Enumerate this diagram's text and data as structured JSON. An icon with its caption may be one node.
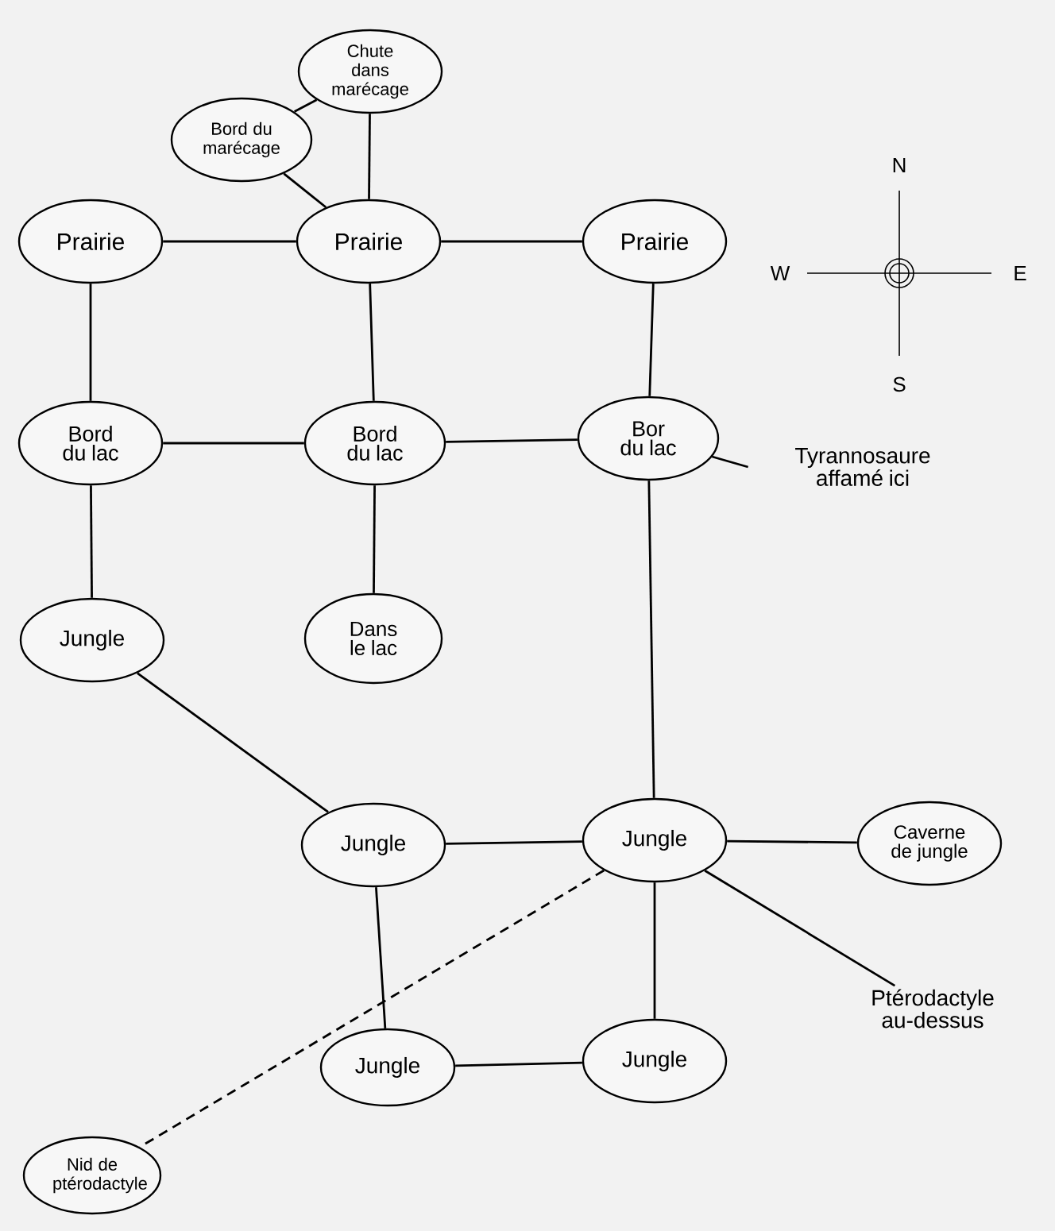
{
  "diagram": {
    "nodes": [
      {
        "text": [
          "Chute dans marécage"
        ]
      },
      {
        "text": [
          "Bord du marécage"
        ]
      },
      {
        "text": [
          "Prairie"
        ]
      },
      {
        "text": [
          "Prairie"
        ]
      },
      {
        "text": [
          "Prairie"
        ]
      },
      {
        "text": [
          "Bord du lac"
        ]
      },
      {
        "text": [
          "Bord du lac"
        ]
      },
      {
        "text": [
          "Bor du lac"
        ]
      },
      {
        "text": [
          "Tyrannosaure affamé ici"
        ]
      },
      {
        "text": [
          "Jungle"
        ]
      },
      {
        "text": [
          "Dans le lac"
        ]
      },
      {
        "text": [
          "Jungle"
        ]
      },
      {
        "text": [
          "Jungle"
        ]
      },
      {
        "text": [
          "Caverne de jungle"
        ]
      },
      {
        "text": [
          "Ptérodactyle au-dessus"
        ]
      },
      {
        "text": [
          "Jungle"
        ]
      },
      {
        "text": [
          "Jungle"
        ]
      },
      {
        "text": [
          "Nid de ptérodactyle"
        ]
      }
    ],
    "edges": [
      {
        "from": 0,
        "to": 1,
        "arrow": "none"
      },
      {
        "from": 0,
        "to": 3,
        "arrow": "none"
      },
      {
        "from": 1,
        "to": 3,
        "arrow": "none"
      },
      {
        "from": 2,
        "to": 3,
        "arrow": "none"
      },
      {
        "from": 3,
        "to": 4,
        "arrow": "none"
      },
      {
        "from": 2,
        "to": 5,
        "arrow": "none"
      },
      {
        "from": 3,
        "to": 6,
        "arrow": "none"
      },
      {
        "from": 4,
        "to": 7,
        "arrow": "none"
      },
      {
        "from": 5,
        "to": 6,
        "arrow": "none"
      },
      {
        "from": 6,
        "to": 7,
        "arrow": "none"
      },
      {
        "from": 7,
        "to": 8,
        "arrow": "none"
      },
      {
        "from": 5,
        "to": 9,
        "arrow": "none"
      },
      {
        "from": 6,
        "to": 10,
        "arrow": "none"
      },
      {
        "from": 7,
        "to": 12,
        "arrow": "none"
      },
      {
        "from": 9,
        "to": 11,
        "arrow": "none"
      },
      {
        "from": 11,
        "to": 12,
        "arrow": "none"
      },
      {
        "from": 12,
        "to": 13,
        "arrow": "none"
      },
      {
        "from": 12,
        "to": 14,
        "arrow": "none"
      },
      {
        "from": 11,
        "to": 15,
        "arrow": "none"
      },
      {
        "from": 12,
        "to": 16,
        "arrow": "none"
      },
      {
        "from": 15,
        "to": 16,
        "arrow": "none"
      },
      {
        "from": 12,
        "to": 17,
        "arrow": "none",
        "style": "dashed"
      }
    ],
    "labels": [
      "N",
      "W",
      "E",
      "S"
    ]
  }
}
